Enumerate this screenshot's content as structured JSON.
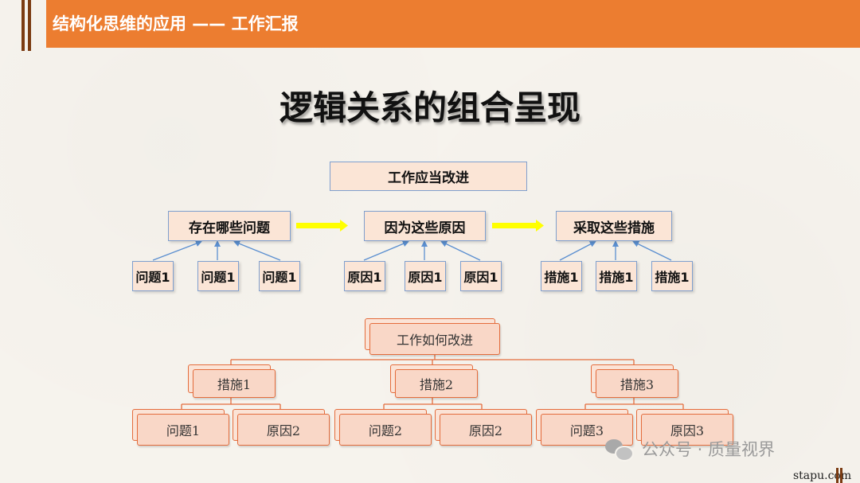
{
  "header": {
    "title": "结构化思维的应用 —— 工作汇报"
  },
  "main_title": "逻辑关系的组合呈现",
  "top_diagram": {
    "root": "工作应当改进",
    "steps": [
      "存在哪些问题",
      "因为这些原因",
      "采取这些措施"
    ],
    "leaves": [
      [
        "问题1",
        "问题1",
        "问题1"
      ],
      [
        "原因1",
        "原因1",
        "原因1"
      ],
      [
        "措施1",
        "措施1",
        "措施1"
      ]
    ],
    "colors": {
      "box_fill": "#fbe5d6",
      "box_border": "#7f9fce",
      "arrow": "#ffff00"
    }
  },
  "tree": {
    "root": "工作如何改进",
    "measures": [
      "措施1",
      "措施2",
      "措施3"
    ],
    "children": [
      [
        "问题1",
        "原因2"
      ],
      [
        "问题2",
        "原因2"
      ],
      [
        "问题3",
        "原因3"
      ]
    ],
    "colors": {
      "border": "#e46c3c",
      "fill": "#f9d7c7"
    }
  },
  "watermark": {
    "text": "公众号 · 质量视界",
    "icon": "wechat-icon"
  },
  "site": "stapu.com",
  "colors": {
    "header": "#ec7d30",
    "accent_bar": "#7a3b12",
    "background": "#f6f3ed"
  }
}
